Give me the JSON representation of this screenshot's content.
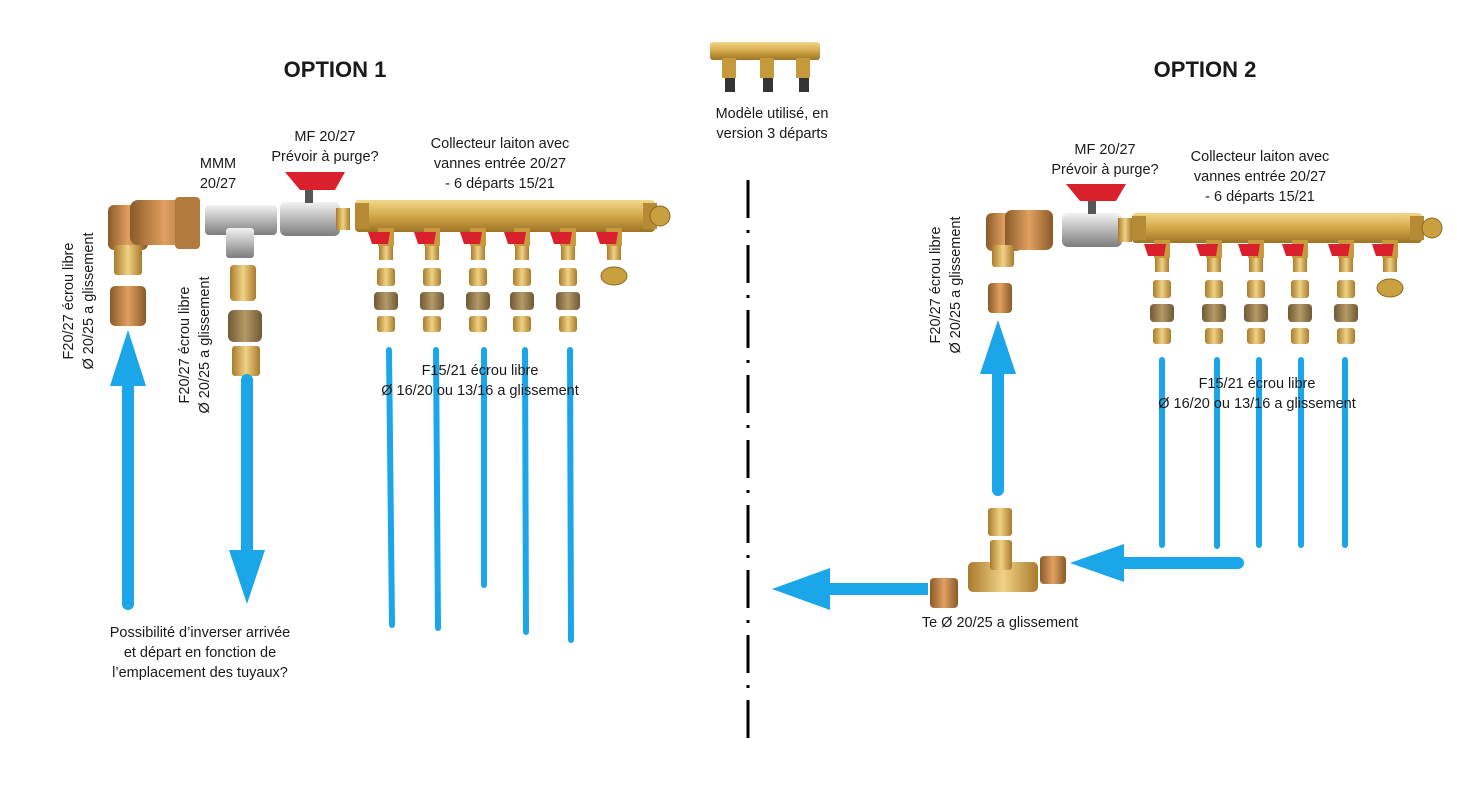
{
  "option1": {
    "title": "OPTION 1",
    "mmm_label": [
      "MMM",
      "20/27"
    ],
    "valve_label": [
      "MF 20/27",
      "Prévoir à purge?"
    ],
    "collector_label": [
      "Collecteur laiton avec",
      "vannes entrée 20/27",
      "- 6 départs 15/21"
    ],
    "outlet_label": [
      "F15/21 écrou libre",
      "Ø 16/20 ou 13/16 a glissement"
    ],
    "inlet_left_label": [
      "F20/27 écrou libre",
      "Ø 20/25 a glissement"
    ],
    "inlet_right_label": [
      "F20/27 écrou libre",
      "Ø 20/25 a glissement"
    ],
    "note": [
      "Possibilité d’inverser arrivée",
      "et départ en fonction de",
      "l’emplacement des tuyaux?"
    ]
  },
  "center": {
    "model_label": [
      "Modèle utilisé, en",
      "version 3 départs"
    ]
  },
  "option2": {
    "title": "OPTION 2",
    "valve_label": [
      "MF 20/27",
      "Prévoir à purge?"
    ],
    "collector_label": [
      "Collecteur laiton avec",
      "vannes entrée 20/27",
      "- 6 départs 15/21"
    ],
    "outlet_label": [
      "F15/21 écrou libre",
      "Ø 16/20 ou 13/16 a glissement"
    ],
    "inlet_label": [
      "F20/27 écrou libre",
      "Ø 20/25 a glissement"
    ],
    "tee_label": "Te Ø 20/25 a glissement"
  },
  "colors": {
    "pipe": "#1aa6e8",
    "brass": "#d4a84a",
    "brass_dark": "#a07a2a",
    "valve_red": "#d9202c",
    "chrome": "#c8c8c8"
  }
}
